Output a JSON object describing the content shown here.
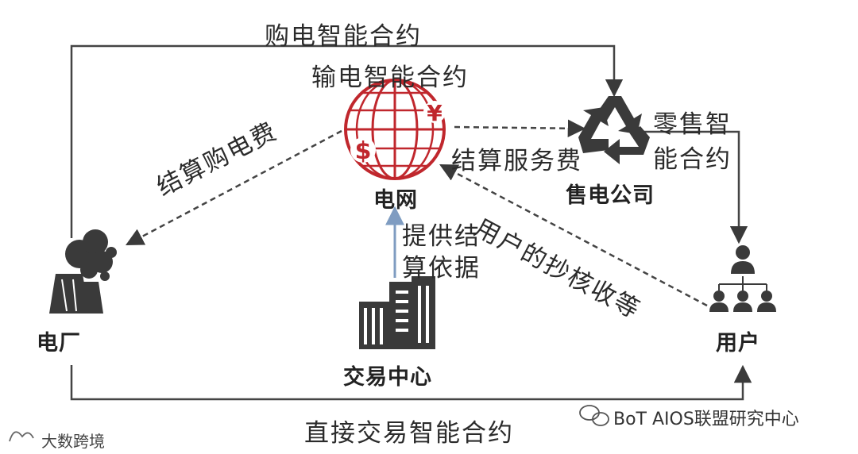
{
  "nodes": {
    "grid": "电网",
    "retail": "售电公司",
    "plant": "电厂",
    "user": "用户",
    "exchange": "交易中心"
  },
  "edges": {
    "buy_contract": "购电智能合约",
    "transmission_contract": "输电智能合约",
    "retail_contract_line1": "零售智",
    "retail_contract_line2": "能合约",
    "settle_service_fee": "结算服务费",
    "settle_purchase_fee": "结算购电费",
    "provide_basis_line1": "提供结",
    "provide_basis_line2": "算依据",
    "user_meter_collect": "用户的抄核收等",
    "direct_contract": "直接交易智能合约"
  },
  "watermarks": {
    "bottom_right": "BoT AIOS联盟研究中心",
    "bottom_left": "大数跨境"
  },
  "icons": [
    "globe-icon",
    "recycle-icon",
    "power-plant-icon",
    "user-hierarchy-icon",
    "building-icon",
    "wechat-icon",
    "logo-icon"
  ],
  "colors": {
    "line": "#444444",
    "arrow_light": "#7f9cc1",
    "globe": "#c0272d",
    "icon": "#3a3a3a"
  }
}
